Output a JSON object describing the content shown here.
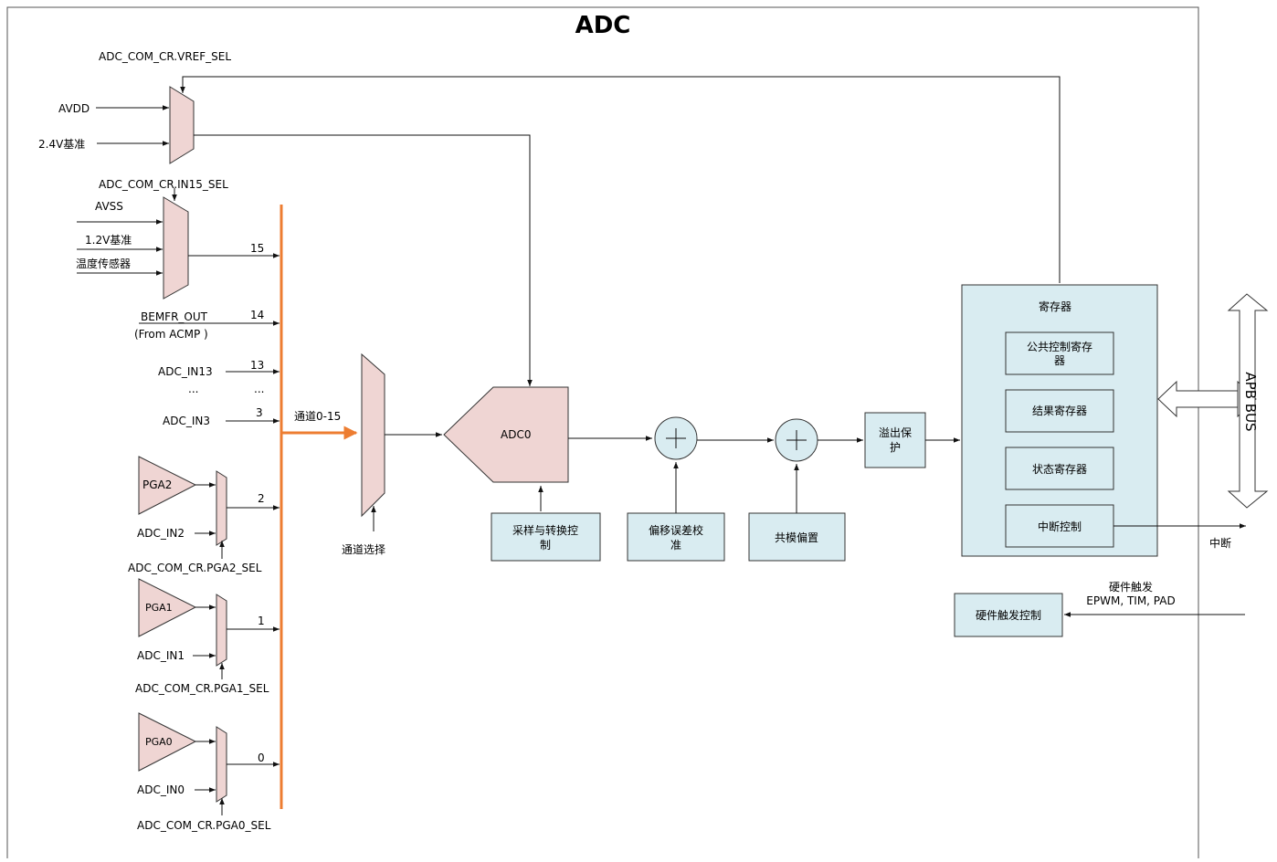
{
  "title": "ADC",
  "labels": {
    "vref_sel": "ADC_COM_CR.VREF_SEL",
    "avdd": "AVDD",
    "ref24": "2.4V基准",
    "in15_sel": "ADC_COM_CR.IN15_SEL",
    "avss": "AVSS",
    "ref12": "1.2V基准",
    "temp_sensor": "温度传感器",
    "bemfr_out": "BEMFR_OUT",
    "from_acmp": "(From ACMP )",
    "adc_in13": "ADC_IN13",
    "ellipsis": "...",
    "adc_in3": "ADC_IN3",
    "pga2": "PGA2",
    "adc_in2": "ADC_IN2",
    "pga2_sel": "ADC_COM_CR.PGA2_SEL",
    "pga1": "PGA1",
    "adc_in1": "ADC_IN1",
    "pga1_sel": "ADC_COM_CR.PGA1_SEL",
    "pga0": "PGA0",
    "adc_in0": "ADC_IN0",
    "pga0_sel": "ADC_COM_CR.PGA0_SEL",
    "ch15": "15",
    "ch14": "14",
    "ch13": "13",
    "ch3": "3",
    "ch2": "2",
    "ch1": "1",
    "ch0": "0",
    "channel_range": "通道0-15",
    "channel_select": "通道选择",
    "adc0": "ADC0",
    "sample_ctrl_l1": "采样与转换控",
    "sample_ctrl_l2": "制",
    "offset_cal_l1": "偏移误差校",
    "offset_cal_l2": "准",
    "common_bias": "共模偏置",
    "overflow_l1": "溢出保",
    "overflow_l2": "护",
    "registers": "寄存器",
    "common_ctrl_reg_l1": "公共控制寄存",
    "common_ctrl_reg_l2": "器",
    "result_reg": "结果寄存器",
    "status_reg": "状态寄存器",
    "irq_ctrl": "中断控制",
    "irq": "中断",
    "apb_bus": "APB BUS",
    "hw_trigger": "硬件触发",
    "hw_sources": "EPWM, TIM, PAD",
    "hw_trigger_ctrl": "硬件触发控制"
  },
  "colors": {
    "block_fill": "#d9ecf1",
    "mux_fill": "#efd5d3",
    "bus": "#ed7d31"
  }
}
